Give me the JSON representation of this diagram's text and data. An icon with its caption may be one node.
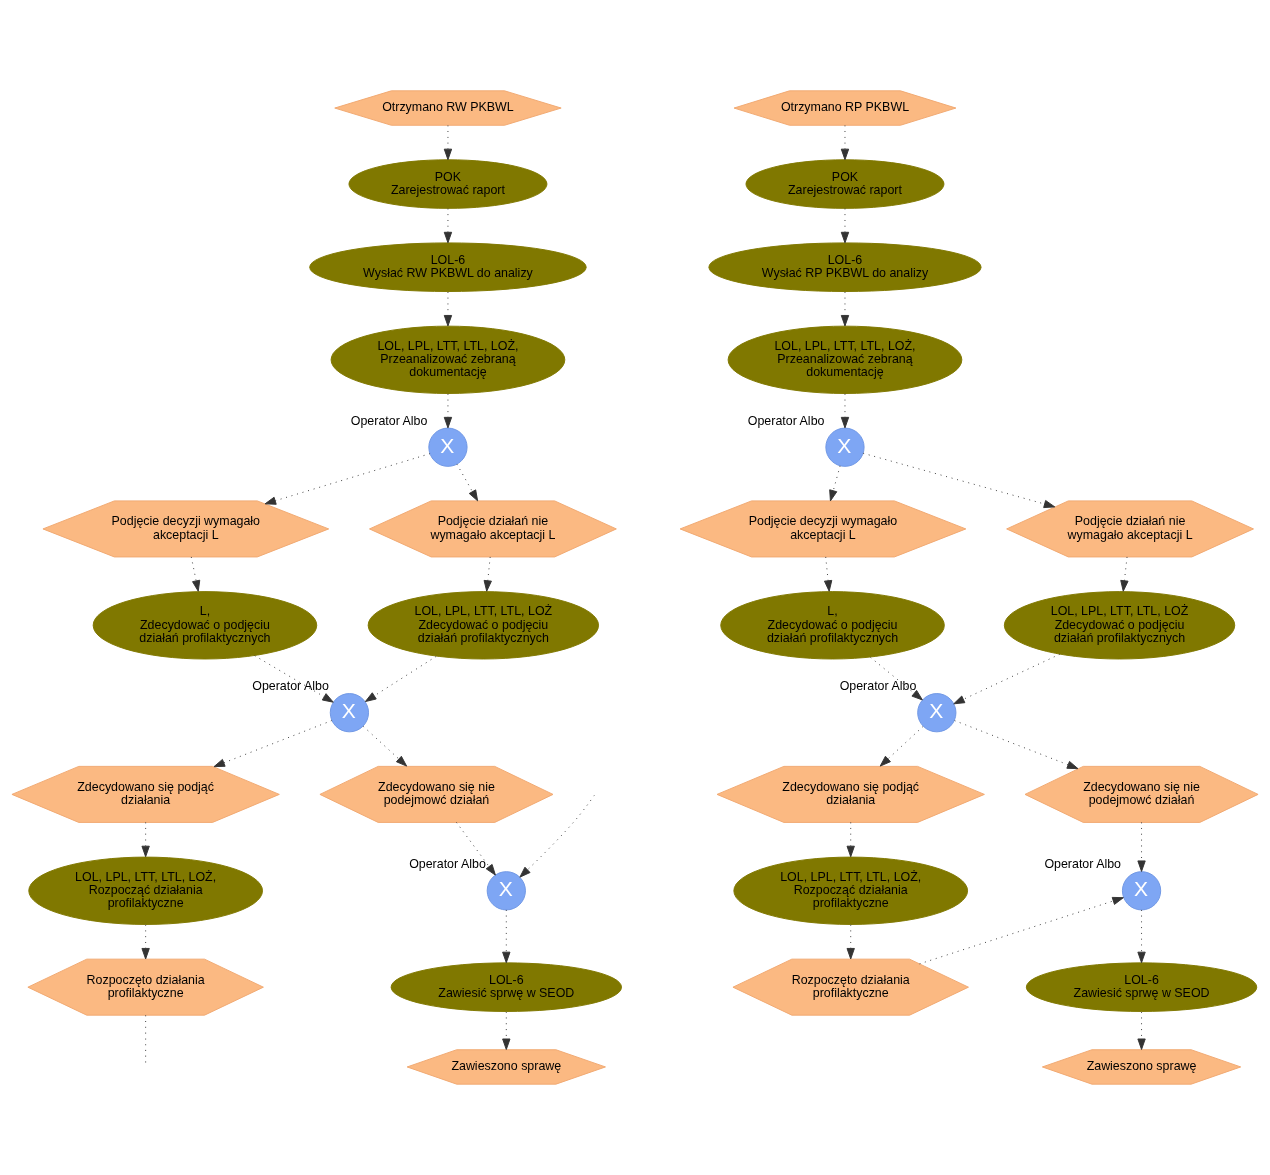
{
  "diagram": {
    "nodes": [
      {
        "text": [
          "Otrzymano RW PKBWL"
        ]
      },
      {
        "text": [
          "POK",
          "Zarejestrować raport"
        ]
      },
      {
        "text": [
          "LOL-6",
          "Wysłać RW PKBWL do analizy"
        ]
      },
      {
        "text": [
          "LOL, LPL, LTT, LTL, LOŻ,",
          "Przeanalizować zebraną dokumentację"
        ]
      },
      {
        "text": [
          "X"
        ],
        "beside": [
          "Operator Albo"
        ]
      },
      {
        "text": [
          "Podjęcie decyzji wymagało akceptacji L"
        ]
      },
      {
        "text": [
          "Podjęcie działań nie wymagało akceptacji L"
        ]
      },
      {
        "text": [
          "L,",
          "Zdecydować o podjęciu działań profilaktycznych"
        ]
      },
      {
        "text": [
          "LOL, LPL, LTT, LTL, LOŻ",
          "Zdecydować o podjęciu działań profilaktycznych"
        ]
      },
      {
        "text": [
          "X"
        ],
        "beside": [
          "Operator Albo"
        ]
      },
      {
        "text": [
          "Zdecydowano się podjąć działania"
        ]
      },
      {
        "text": [
          "Zdecydowano się nie podejmowć działań"
        ]
      },
      {
        "text": [
          "X"
        ],
        "beside": [
          "Operator Albo"
        ]
      },
      {
        "text": [
          "LOL, LPL, LTT, LTL, LOŻ,",
          "Rozpocząć działania profilaktyczne"
        ]
      },
      {
        "text": [
          "LOL-6",
          "Zawiesić sprwę w SEOD"
        ]
      },
      {
        "text": [
          "Rozpoczęto działania profilaktyczne"
        ]
      },
      {
        "text": [
          "Zawieszono sprawę"
        ]
      },
      {
        "text": [
          "Otrzymano RP PKBWL"
        ]
      },
      {
        "text": [
          "POK",
          "Zarejestrować raport"
        ]
      },
      {
        "text": [
          "LOL-6",
          "Wysłać RP PKBWL do analizy"
        ]
      },
      {
        "text": [
          "LOL, LPL, LTT, LTL, LOŻ,",
          "Przeanalizować zebraną dokumentację"
        ]
      },
      {
        "text": [
          "X"
        ],
        "beside": [
          "Operator Albo"
        ]
      },
      {
        "text": [
          "Podjęcie decyzji wymagało akceptacji L"
        ]
      },
      {
        "text": [
          "Podjęcie działań nie wymagało akceptacji L"
        ]
      },
      {
        "text": [
          "L,",
          "Zdecydować o podjęciu działań profilaktycznych"
        ]
      },
      {
        "text": [
          "LOL, LPL, LTT, LTL, LOŻ",
          "Zdecydować o podjęciu działań profilaktycznych"
        ]
      },
      {
        "text": [
          "X"
        ],
        "beside": [
          "Operator Albo"
        ]
      },
      {
        "text": [
          "Zdecydowano się podjąć działania"
        ]
      },
      {
        "text": [
          "Zdecydowano się nie podejmowć działań"
        ]
      },
      {
        "text": [
          "X"
        ],
        "beside": [
          "Operator Albo"
        ]
      },
      {
        "text": [
          "LOL, LPL, LTT, LTL, LOŻ,",
          "Rozpocząć działania profilaktyczne"
        ]
      },
      {
        "text": [
          "LOL-6",
          "Zawiesić sprwę w SEOD"
        ]
      },
      {
        "text": [
          "Rozpoczęto działania profilaktyczne"
        ]
      },
      {
        "text": [
          "Zawieszono sprawę"
        ]
      }
    ],
    "edges": [
      {
        "from": 0,
        "to": 1,
        "arrow": "to"
      },
      {
        "from": 1,
        "to": 2,
        "arrow": "to"
      },
      {
        "from": 2,
        "to": 3,
        "arrow": "to"
      },
      {
        "from": 3,
        "to": 4,
        "arrow": "to"
      },
      {
        "from": 4,
        "to": 5,
        "arrow": "to"
      },
      {
        "from": 4,
        "to": 6,
        "arrow": "to"
      },
      {
        "from": 5,
        "to": 7,
        "arrow": "to"
      },
      {
        "from": 6,
        "to": 8,
        "arrow": "to"
      },
      {
        "from": 7,
        "to": 9,
        "arrow": "to"
      },
      {
        "from": 8,
        "to": 9,
        "arrow": "to"
      },
      {
        "from": 9,
        "to": 10,
        "arrow": "to"
      },
      {
        "from": 9,
        "to": 11,
        "arrow": "to"
      },
      {
        "from": 11,
        "to": 12,
        "arrow": "to"
      },
      {
        "from": 10,
        "to": 13,
        "arrow": "to"
      },
      {
        "from": 12,
        "to": 14,
        "arrow": "to"
      },
      {
        "from": 13,
        "to": 15,
        "arrow": "to"
      },
      {
        "from": 14,
        "to": 16,
        "arrow": "to"
      },
      {
        "from": 15,
        "to": null,
        "arrow": "none"
      },
      {
        "from": null,
        "to": 12,
        "arrow": "to"
      },
      {
        "from": 17,
        "to": 18,
        "arrow": "to"
      },
      {
        "from": 18,
        "to": 19,
        "arrow": "to"
      },
      {
        "from": 19,
        "to": 20,
        "arrow": "to"
      },
      {
        "from": 20,
        "to": 21,
        "arrow": "to"
      },
      {
        "from": 21,
        "to": 22,
        "arrow": "to"
      },
      {
        "from": 21,
        "to": 23,
        "arrow": "to"
      },
      {
        "from": 22,
        "to": 24,
        "arrow": "to"
      },
      {
        "from": 23,
        "to": 25,
        "arrow": "to"
      },
      {
        "from": 24,
        "to": 26,
        "arrow": "to"
      },
      {
        "from": 25,
        "to": 26,
        "arrow": "to"
      },
      {
        "from": 26,
        "to": 27,
        "arrow": "to"
      },
      {
        "from": 26,
        "to": 28,
        "arrow": "to"
      },
      {
        "from": 28,
        "to": 29,
        "arrow": "to"
      },
      {
        "from": 27,
        "to": 30,
        "arrow": "to"
      },
      {
        "from": 29,
        "to": 31,
        "arrow": "to"
      },
      {
        "from": 30,
        "to": 32,
        "arrow": "to"
      },
      {
        "from": 31,
        "to": 33,
        "arrow": "to"
      },
      {
        "from": 32,
        "to": 29,
        "arrow": "to"
      }
    ]
  }
}
